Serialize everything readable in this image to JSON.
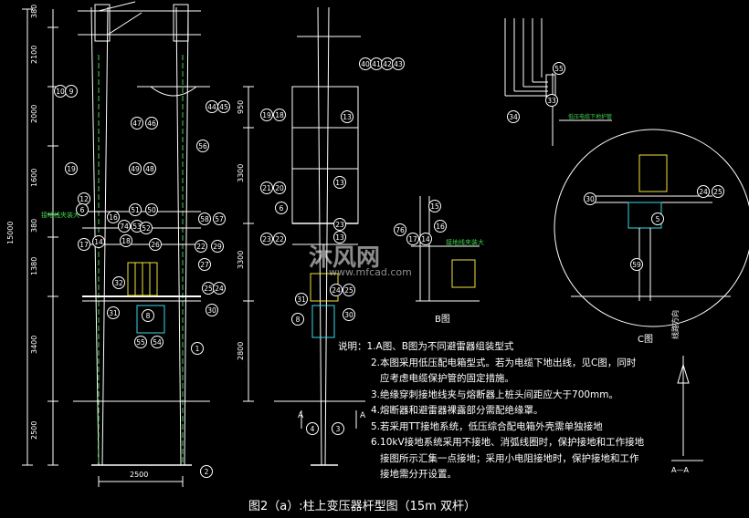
{
  "caption": "图2（a）:柱上变压器杆型图（15m 双杆）",
  "notes": {
    "title": "说明：",
    "lines": [
      "1.A图、B图为不同避雷器组装型式",
      "2.本图采用低压配电箱型式。若为电缆下地出线，见C图，同时",
      "应考虑电缆保护管的固定措施。",
      "3.绝缘穿刺接地线夹与熔断器上桩头间距应大于700mm。",
      "4.熔断器和避雷器裸露部分需配绝缘罩。",
      "5.若采用TT接地系统，低压综合配电箱外壳需单独接地",
      "6.10kV接地系统采用不接地、消弧线圈时，保护接地和工作接地",
      "接图所示汇集一点接地；采用小电阻接地时，保护接地和工作",
      "接地需分开设置。"
    ]
  },
  "labels": {
    "view_b": "B图",
    "view_c": "C图",
    "section_a_left": "A",
    "section_a_right": "A",
    "section_aa": "A—A",
    "line_direction": "线路方向",
    "ground_clamp": "接地线夹装大",
    "ground_clamp_b": "接地线夹装大",
    "cable_tag": "低压电缆下地护管"
  },
  "dimensions": {
    "total_height": "15000",
    "left_dims": [
      "380",
      "2100",
      "2000",
      "1600",
      "380",
      "1380",
      "3400",
      "2500"
    ],
    "mid_dims": [
      "950",
      "3300",
      "3300",
      "2800"
    ],
    "bottom_width": "2500"
  },
  "part_numbers": {
    "left_view": [
      "10",
      "9",
      "47",
      "46",
      "44",
      "45",
      "56",
      "19",
      "49",
      "48",
      "12",
      "6",
      "51",
      "50",
      "57",
      "58",
      "16",
      "74",
      "53",
      "52",
      "17",
      "14",
      "18",
      "26",
      "22",
      "29",
      "27",
      "32",
      "25",
      "24",
      "31",
      "8",
      "30",
      "55",
      "54",
      "1",
      "2"
    ],
    "mid_view": [
      "40",
      "41",
      "42",
      "43",
      "19",
      "18",
      "13",
      "21",
      "20",
      "13",
      "6",
      "23",
      "22",
      "23",
      "13",
      "31",
      "24",
      "25",
      "8",
      "30",
      "4",
      "3"
    ],
    "view_b": [
      "76",
      "15",
      "16",
      "17",
      "14"
    ],
    "top_right": [
      "55",
      "33",
      "34"
    ],
    "view_c": [
      "30",
      "24",
      "25",
      "5",
      "59"
    ]
  },
  "watermark": {
    "brand": "沐风网",
    "site": "www.mfcad.com"
  },
  "colors": {
    "background": "#000000",
    "lines": "#ffffff",
    "green": "#3fd24a",
    "yellow": "#f2e23b",
    "cyan": "#38d8e8"
  }
}
